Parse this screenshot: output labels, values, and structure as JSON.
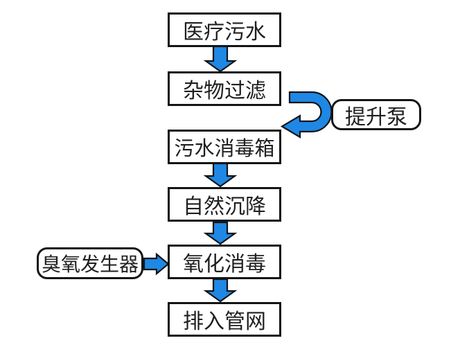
{
  "diagram": {
    "type": "flowchart",
    "background": "#ffffff",
    "colors": {
      "bg": "#ffffff",
      "arrow-fill": "#1f88e5",
      "arrow-stroke": "#101417",
      "box-border": "#141414",
      "box-fill": "#ffffff",
      "text": "#1f1f1f"
    },
    "flow_nodes": [
      {
        "label": "医疗污水"
      },
      {
        "label": "杂物过滤"
      },
      {
        "label": "污水消毒箱"
      },
      {
        "label": "自然沉降"
      },
      {
        "label": "氧化消毒"
      },
      {
        "label": "排入管网"
      }
    ],
    "side_nodes": [
      {
        "label": "提升泵"
      },
      {
        "label": "臭氧发生器"
      }
    ],
    "edges": [
      {
        "from": "医疗污水",
        "to": "杂物过滤",
        "connector": "block-arrow-down"
      },
      {
        "from": "杂物过滤",
        "to": "污水消毒箱",
        "connector": "u-turn-block-arrow",
        "via": "提升泵"
      },
      {
        "from": "污水消毒箱",
        "to": "自然沉降",
        "connector": "block-arrow-down"
      },
      {
        "from": "自然沉降",
        "to": "氧化消毒",
        "connector": "block-arrow-down"
      },
      {
        "from": "臭氧发生器",
        "to": "氧化消毒",
        "connector": "block-arrow-right"
      },
      {
        "from": "氧化消毒",
        "to": "排入管网",
        "connector": "block-arrow-down"
      }
    ]
  }
}
